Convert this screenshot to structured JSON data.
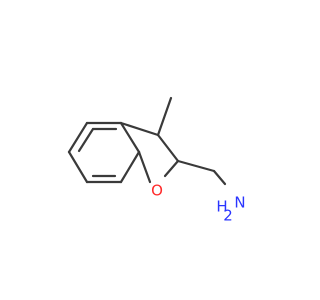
{
  "molecule": {
    "atoms": {
      "oxygen": {
        "symbol": "O",
        "color": "#ff2a2a"
      },
      "amine": {
        "symbol": "N",
        "hydrogen": "H",
        "subscript": "2",
        "color": "#2a35ff"
      }
    }
  }
}
